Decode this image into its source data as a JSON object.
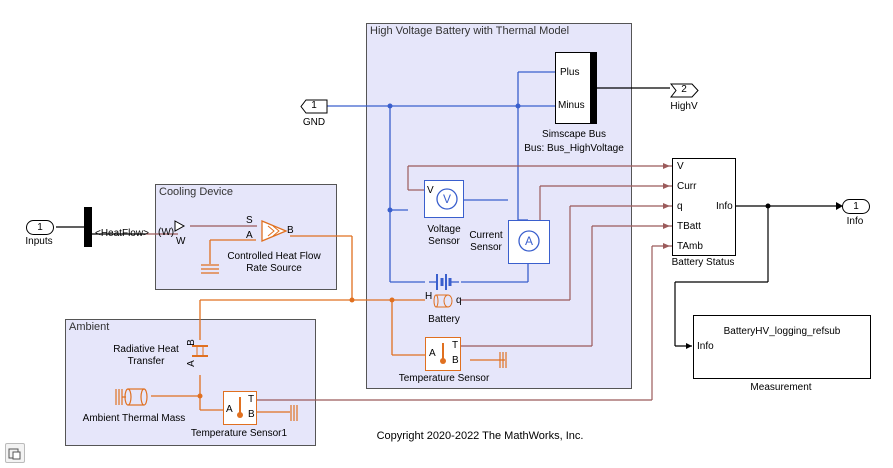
{
  "subsystems": {
    "battery_area": "High Voltage Battery with Thermal Model",
    "cooling": "Cooling Device",
    "ambient": "Ambient"
  },
  "ports": {
    "gnd_num": "1",
    "gnd_label": "GND",
    "highv_num": "2",
    "highv_label": "HighV",
    "inputs_num": "1",
    "inputs_label": "Inputs",
    "info_num": "1",
    "info_label": "Info"
  },
  "bus": {
    "plus": "Plus",
    "minus": "Minus",
    "name": "Simscape Bus",
    "type": "Bus: Bus_HighVoltage"
  },
  "blocks": {
    "voltage_sensor_l1": "Voltage",
    "voltage_sensor_l2": "Sensor",
    "voltage_port": "V",
    "current_sensor_l1": "Current",
    "current_sensor_l2": "Sensor",
    "battery": "Battery",
    "battery_h": "H",
    "battery_q": "q",
    "temp_sensor": "Temperature Sensor",
    "temp_sensor1": "Temperature Sensor1",
    "heat_flow_l1": "Controlled Heat Flow",
    "heat_flow_l2": "Rate Source",
    "selector_label": "<HeatFlow>",
    "w_unit": "(W)",
    "w_port": "W",
    "radiative_l1": "Radiative Heat",
    "radiative_l2": "Transfer",
    "thermal_mass": "Ambient Thermal Mass",
    "status_name": "Battery Status",
    "status_inputs": [
      "V",
      "Curr",
      "q",
      "TBatt",
      "TAmb"
    ],
    "status_output": "Info",
    "measurement_ref": "BatteryHV_logging_refsub",
    "measurement_port": "Info",
    "measurement_name": "Measurement",
    "port_S": "S",
    "port_A": "A",
    "port_B": "B",
    "port_T": "T"
  },
  "footer": "Copyright 2020-2022 The MathWorks, Inc.",
  "colors": {
    "electrical": "#3a5fcd",
    "thermal": "#e07020",
    "signal": "#9b5a5a",
    "subsystem_bg": "#e6e6fa"
  }
}
